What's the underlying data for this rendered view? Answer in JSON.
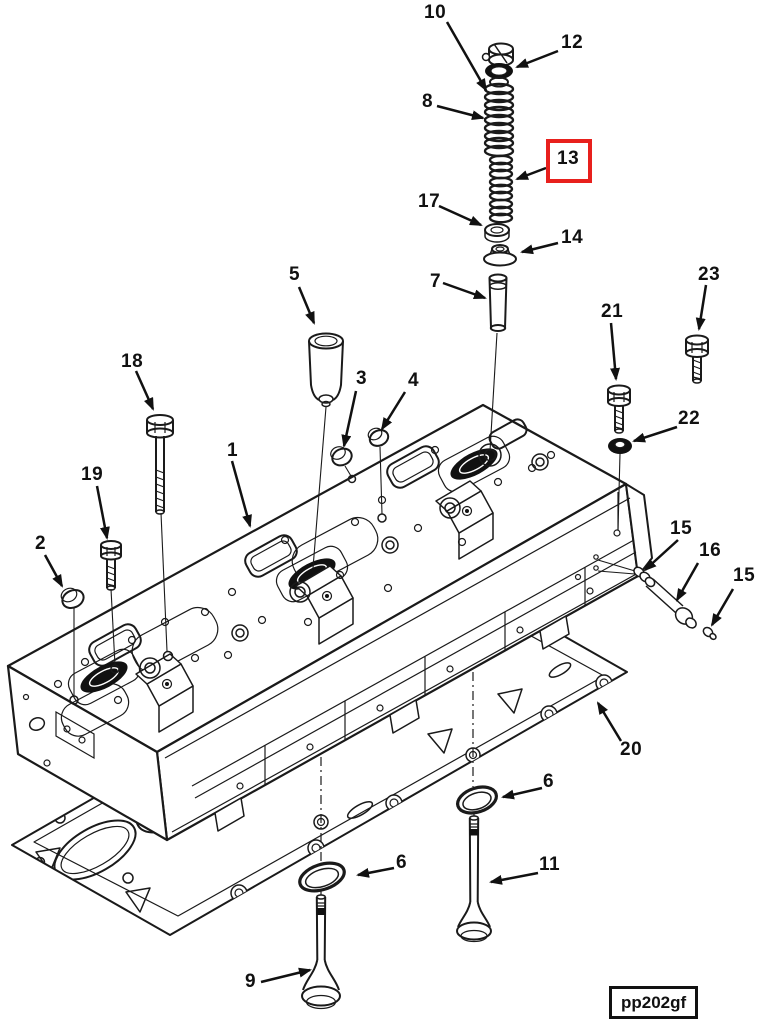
{
  "figure_code": "pp202gf",
  "highlight": {
    "part_label": "13",
    "box_color": "#e8201d"
  },
  "artwork": {
    "line_color": "#1a1a1a",
    "background_color": "#ffffff"
  },
  "callouts": [
    {
      "id": "10",
      "label": "10"
    },
    {
      "id": "12",
      "label": "12"
    },
    {
      "id": "8",
      "label": "8"
    },
    {
      "id": "13",
      "label": "13"
    },
    {
      "id": "17",
      "label": "17"
    },
    {
      "id": "14",
      "label": "14"
    },
    {
      "id": "7",
      "label": "7"
    },
    {
      "id": "5",
      "label": "5"
    },
    {
      "id": "23",
      "label": "23"
    },
    {
      "id": "21",
      "label": "21"
    },
    {
      "id": "22",
      "label": "22"
    },
    {
      "id": "18",
      "label": "18"
    },
    {
      "id": "19",
      "label": "19"
    },
    {
      "id": "1",
      "label": "1"
    },
    {
      "id": "3",
      "label": "3"
    },
    {
      "id": "4",
      "label": "4"
    },
    {
      "id": "2",
      "label": "2"
    },
    {
      "id": "15a",
      "label": "15"
    },
    {
      "id": "16",
      "label": "16"
    },
    {
      "id": "15b",
      "label": "15"
    },
    {
      "id": "20",
      "label": "20"
    },
    {
      "id": "6r",
      "label": "6"
    },
    {
      "id": "6l",
      "label": "6"
    },
    {
      "id": "11",
      "label": "11"
    },
    {
      "id": "9",
      "label": "9"
    }
  ]
}
